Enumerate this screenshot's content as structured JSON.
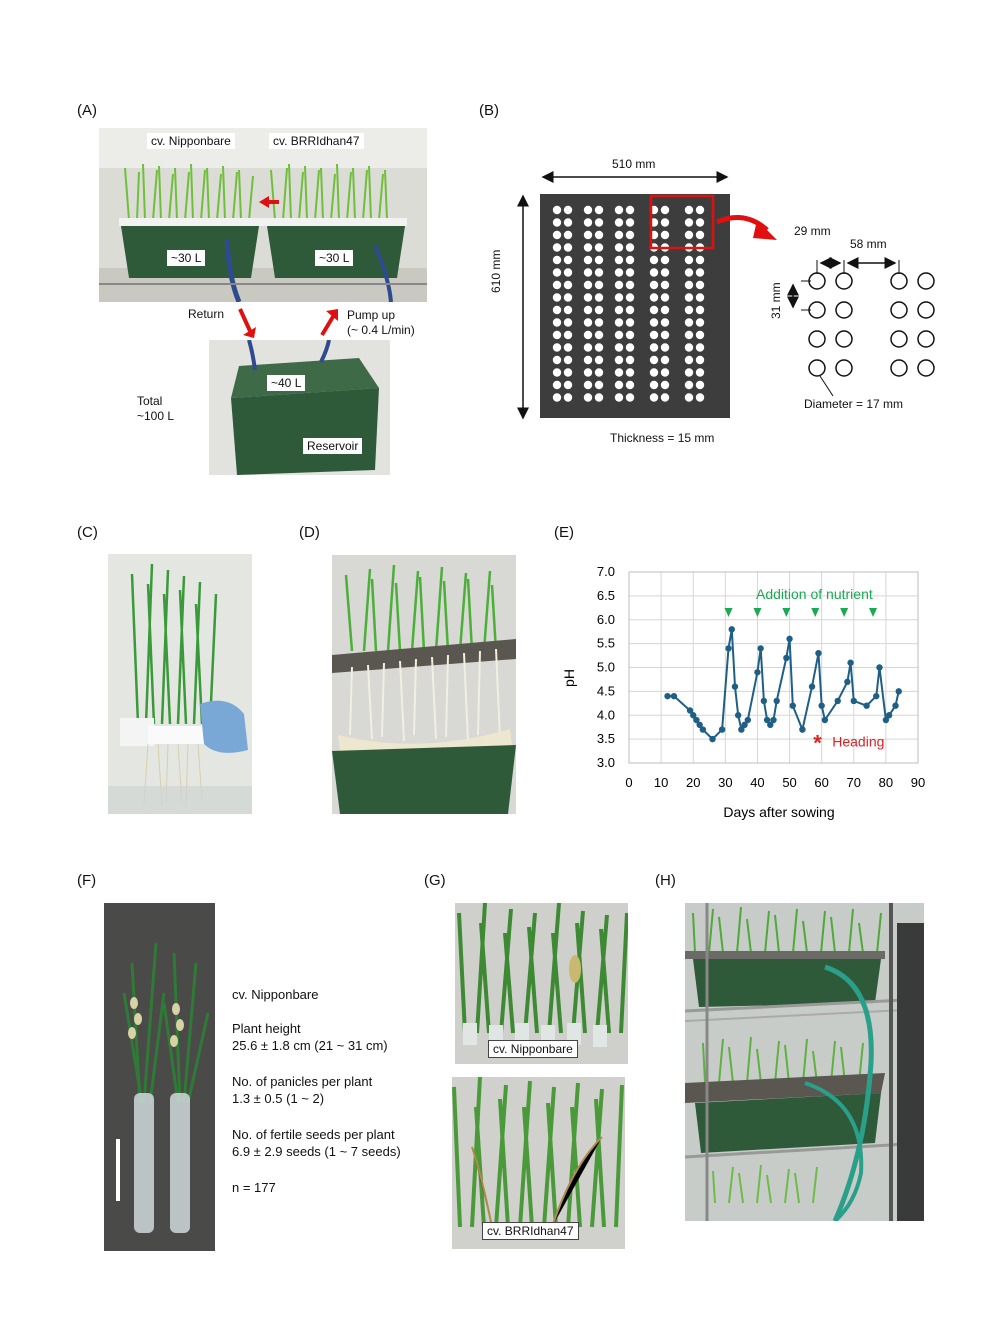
{
  "panels": {
    "A": {
      "label": "(A)",
      "nipponbare": "cv. Nipponbare",
      "brri": "cv. BRRIdhan47",
      "vol_left": "~30 L",
      "vol_right": "~30 L",
      "return": "Return",
      "pump_line1": "Pump up",
      "pump_line2": "(~ 0.4 L/min)",
      "reservoir_vol": "~40 L",
      "reservoir": "Reservoir",
      "total_line1": "Total",
      "total_line2": "~100 L"
    },
    "B": {
      "label": "(B)",
      "width": "510 mm",
      "height": "610 mm",
      "thickness": "Thickness = 15 mm",
      "pitch_small": "29 mm",
      "pitch_large": "58 mm",
      "pitch_vertical": "31 mm",
      "diameter": "Diameter = 17 mm"
    },
    "C": {
      "label": "(C)"
    },
    "D": {
      "label": "(D)"
    },
    "E": {
      "label": "(E)"
    },
    "F": {
      "label": "(F)",
      "cultivar": "cv. Nipponbare",
      "h_title": "Plant height",
      "h_value": "25.6 ± 1.8 cm (21 ~ 31 cm)",
      "p_title": "No. of panicles per plant",
      "p_value": "1.3 ± 0.5 (1 ~ 2)",
      "s_title": "No. of fertile seeds per plant",
      "s_value": "6.9 ± 2.9 seeds (1 ~ 7 seeds)",
      "n": "n = 177"
    },
    "G": {
      "label": "(G)",
      "top": "cv. Nipponbare",
      "bottom": "cv. BRRIdhan47"
    },
    "H": {
      "label": "(H)"
    }
  },
  "chart_data": {
    "type": "line",
    "xlabel": "Days after sowing",
    "ylabel": "pH",
    "xlim": [
      0,
      90
    ],
    "ylim": [
      3.0,
      7.0
    ],
    "xticks": [
      "0",
      "10",
      "20",
      "30",
      "40",
      "50",
      "60",
      "70",
      "80",
      "90"
    ],
    "yticks": [
      "3.0",
      "3.5",
      "4.0",
      "4.5",
      "5.0",
      "5.5",
      "6.0",
      "6.5",
      "7.0"
    ],
    "grid": true,
    "series": [
      {
        "color": "#1f5f85",
        "x": [
          12,
          14,
          19,
          20,
          21,
          22,
          23,
          26,
          29,
          31,
          32,
          33,
          34,
          35,
          36,
          37,
          40,
          41,
          42,
          43,
          44,
          45,
          46,
          49,
          50,
          51,
          54,
          57,
          59,
          60,
          61,
          65,
          68,
          69,
          70,
          74,
          77,
          78,
          80,
          81,
          83,
          84
        ],
        "y": [
          4.4,
          4.4,
          4.1,
          4.0,
          3.9,
          3.8,
          3.7,
          3.5,
          3.7,
          5.4,
          5.8,
          4.6,
          4.0,
          3.7,
          3.8,
          3.9,
          4.9,
          5.4,
          4.3,
          3.9,
          3.8,
          3.9,
          4.3,
          5.2,
          5.6,
          4.2,
          3.7,
          4.6,
          5.3,
          4.2,
          3.9,
          4.3,
          4.7,
          5.1,
          4.3,
          4.2,
          4.4,
          5.0,
          3.9,
          4.0,
          4.2,
          4.5
        ]
      }
    ],
    "nutrient_days": [
      31,
      40,
      49,
      58,
      67,
      76
    ],
    "annotations": {
      "nutrient": "Addition of nutrient",
      "heading_mark": "*",
      "heading": "Heading",
      "heading_day": 58,
      "heading_ph": 3.55
    },
    "colors": {
      "nutrient": "#1aaa55",
      "heading": "#e02020",
      "line": "#1f5f85"
    }
  }
}
